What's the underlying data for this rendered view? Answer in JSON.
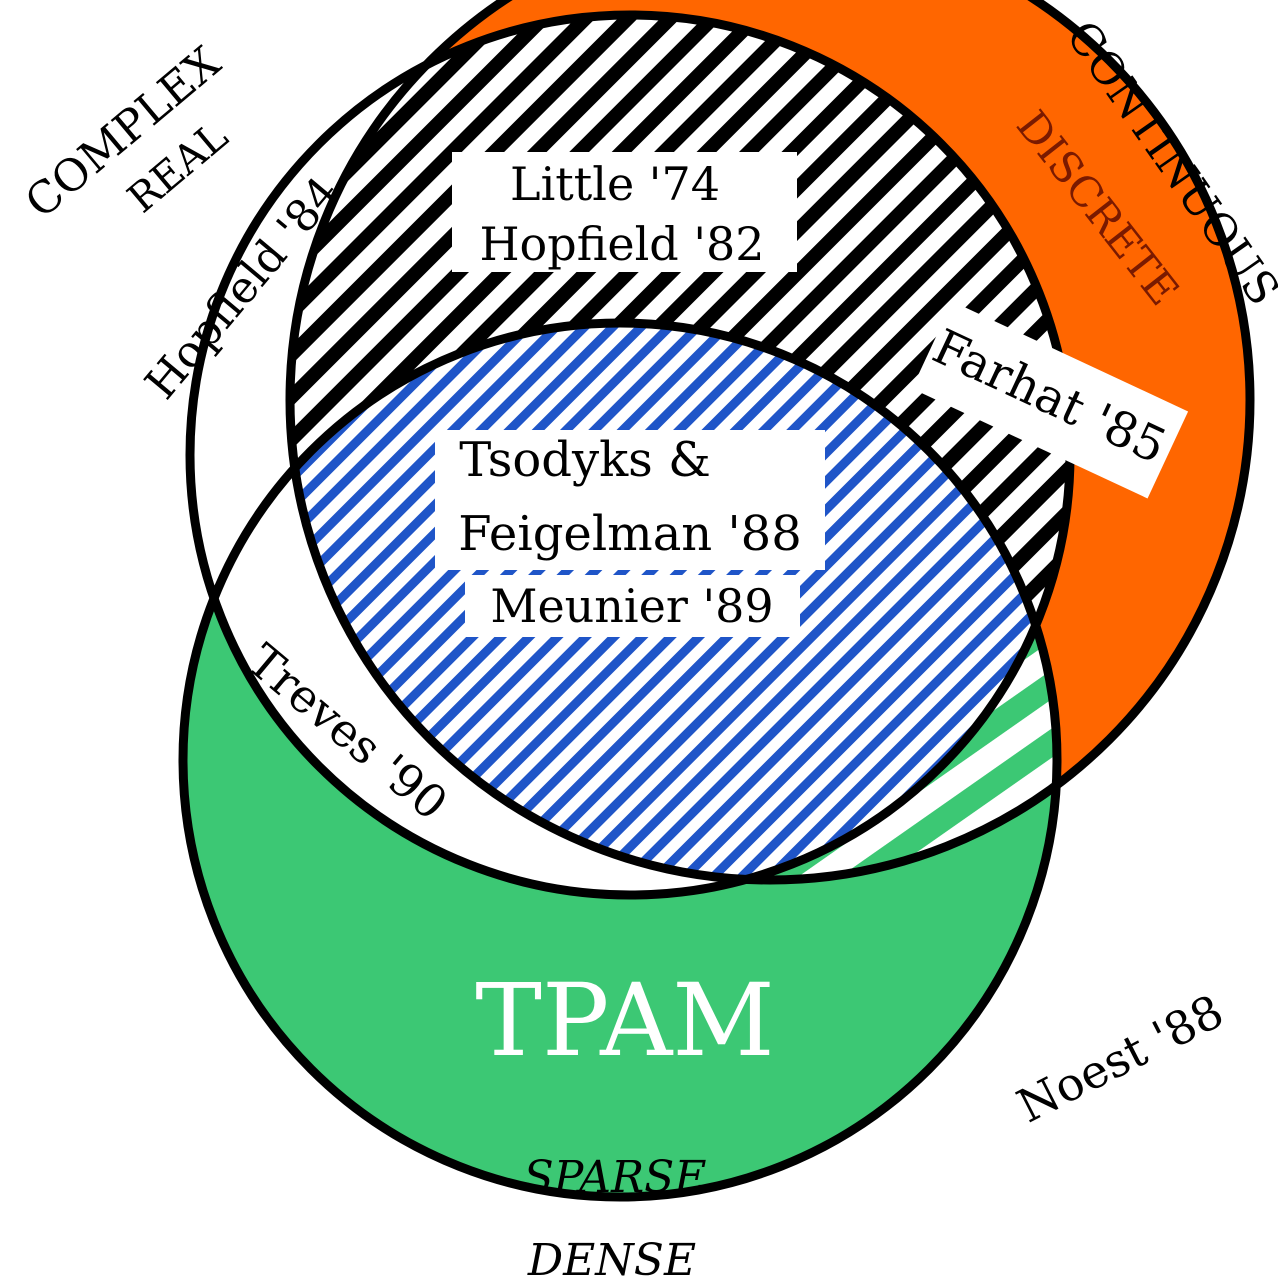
{
  "labels": {
    "complex": "COMPLEX",
    "real": "REAL",
    "continuous": "CONTINUOUS",
    "discrete": "DISCRETE",
    "sparse": "SPARSE",
    "dense": "DENSE",
    "hopfield84": "Hopfield '84",
    "little74": "Little '74",
    "hopfield82": "Hopfield '82",
    "farhat85": "Farhat '85",
    "tsodyks_line1": "Tsodyks &",
    "tsodyks_line2": "Feigelman '88",
    "meunier89": "Meunier '89",
    "treves90": "Treves '90",
    "tpam": "TPAM",
    "noest88": "Noest '88"
  },
  "colors": {
    "orange": "#ff6600",
    "green": "#3cc874",
    "blue": "#1f55c8",
    "black": "#000000",
    "white": "#ffffff",
    "discrete_text": "#7a1a00"
  }
}
